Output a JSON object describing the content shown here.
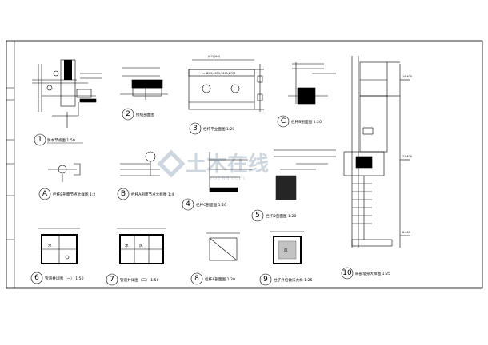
{
  "watermark": {
    "text": "土木在线",
    "subtext": "co188.com"
  },
  "details": [
    {
      "num": "1",
      "title": "防水节点图 1:50"
    },
    {
      "num": "2",
      "title": "接缝剖面图"
    },
    {
      "num": "3",
      "title": "栏杆平立面图 1:20"
    },
    {
      "num": "C",
      "title": "栏杆B剖面图 1:20"
    },
    {
      "num": "A",
      "title": "栏杆B剖面节点大样图 1:2"
    },
    {
      "num": "B",
      "title": "栏杆A剖面节点大样图 1:4"
    },
    {
      "num": "4",
      "title": "栏杆C剖面图 1:20"
    },
    {
      "num": "5",
      "title": "栏杆D剖面图 1:20"
    },
    {
      "num": "6",
      "title": "管道井详图（一） 1:50"
    },
    {
      "num": "7",
      "title": "管道井详图（二） 1:50"
    },
    {
      "num": "8",
      "title": "栏杆A剖面图 1:20"
    },
    {
      "num": "9",
      "title": "柱子外包做法大样 1:25"
    },
    {
      "num": "10",
      "title": "局部墙身大样图 1:25"
    }
  ],
  "dims": {
    "d3_top": "(ß2)  (ß6)",
    "d3_len": "L=4200,4050,3200,2700",
    "elev_top": "14.400",
    "elev_mid": "11.400",
    "elev_low": "8.400",
    "room_a": "水",
    "room_b": "风"
  }
}
